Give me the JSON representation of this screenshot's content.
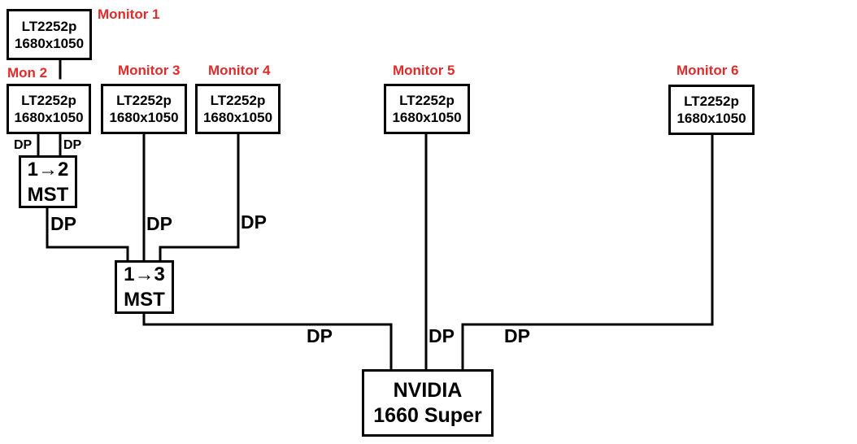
{
  "colors": {
    "label": "#e02b2b",
    "line": "#000000",
    "background": "#ffffff"
  },
  "monitors": [
    {
      "name": "Monitor 1",
      "model": "LT2252p",
      "resolution": "1680x1050"
    },
    {
      "name": "Mon 2",
      "model": "LT2252p",
      "resolution": "1680x1050"
    },
    {
      "name": "Monitor 3",
      "model": "LT2252p",
      "resolution": "1680x1050"
    },
    {
      "name": "Monitor 4",
      "model": "LT2252p",
      "resolution": "1680x1050"
    },
    {
      "name": "Monitor 5",
      "model": "LT2252p",
      "resolution": "1680x1050"
    },
    {
      "name": "Monitor 6",
      "model": "LT2252p",
      "resolution": "1680x1050"
    }
  ],
  "hubs": [
    {
      "line1": "1→2",
      "line2": "MST"
    },
    {
      "line1": "1→3",
      "line2": "MST"
    }
  ],
  "gpu": {
    "line1": "NVIDIA",
    "line2": "1660 Super"
  },
  "connection_label": "DP"
}
